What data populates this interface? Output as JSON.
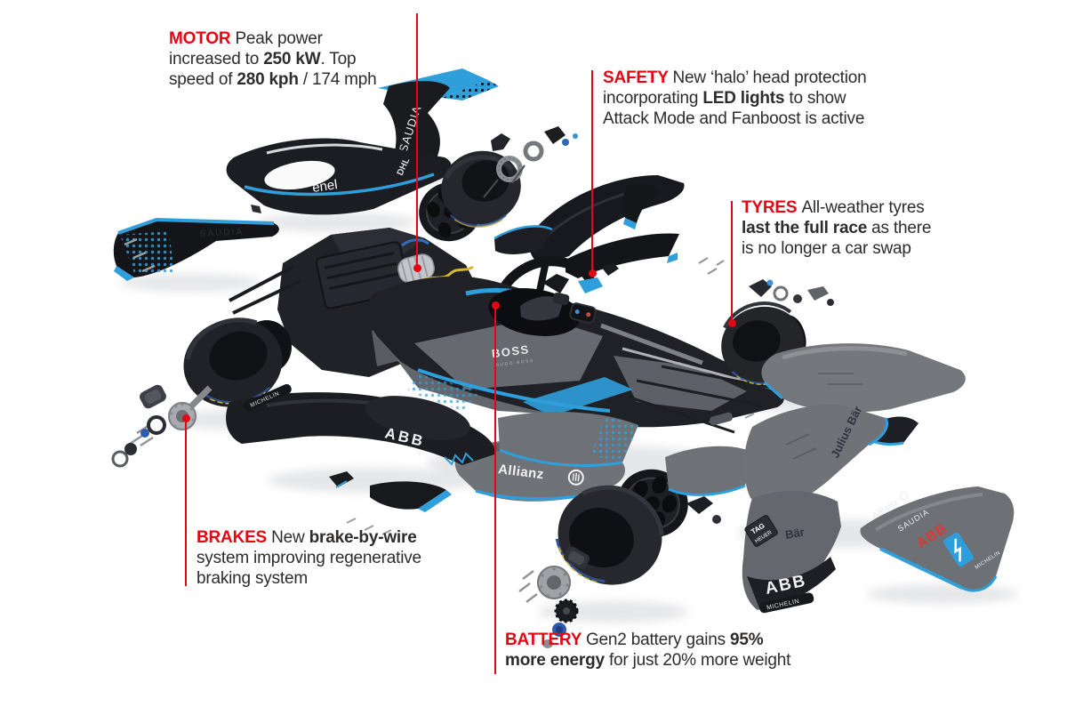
{
  "colors": {
    "background": "#ffffff",
    "annotation_red": "#e30613",
    "annotation_text": "#2e2c2b",
    "car_black": "#1d1f24",
    "accent_blue": "#2f9fdb",
    "bodywork_grey": "#74777c",
    "cable_yellow": "#d9b92f",
    "abb_red": "#d93a31"
  },
  "annotations": [
    {
      "id": "motor",
      "lines": [
        [
          "MOTOR ",
          "Peak power"
        ],
        [
          "increased to ",
          "250 kW",
          ". Top"
        ],
        [
          "speed of ",
          "280 kph",
          " / 174 mph"
        ]
      ]
    },
    {
      "id": "safety",
      "lines": [
        [
          "SAFETY ",
          "New ‘halo’ head protection"
        ],
        [
          "incorporating ",
          "LED lights",
          " to show"
        ],
        [
          "Attack Mode and Fanboost is active"
        ]
      ]
    },
    {
      "id": "tyres",
      "lines": [
        [
          "TYRES ",
          "All-weather tyres"
        ],
        [
          "last the full race",
          " as there"
        ],
        [
          "is no longer a car swap"
        ]
      ]
    },
    {
      "id": "brakes",
      "lines": [
        [
          "BRAKES ",
          "New ",
          "brake-by-wire"
        ],
        [
          "system improving regenerative"
        ],
        [
          "braking system"
        ]
      ]
    },
    {
      "id": "battery",
      "lines": [
        [
          "BATTERY ",
          "Gen2 battery gains ",
          "95%"
        ],
        [
          "more energy",
          " for just 20% more weight"
        ]
      ]
    }
  ],
  "car": {
    "logos": {
      "saudia": "SAUDIA",
      "enel": "enel",
      "dhl": "DHL",
      "boss": "BOSS",
      "hugo_boss": "HUGO BOSS",
      "allianz": "Allianz",
      "abb": "ABB",
      "julius_baer": "Julius Bär",
      "baer": "Bär",
      "tag": "TAG",
      "heuer": "HEUER",
      "michelin": "MICHELIN"
    }
  }
}
